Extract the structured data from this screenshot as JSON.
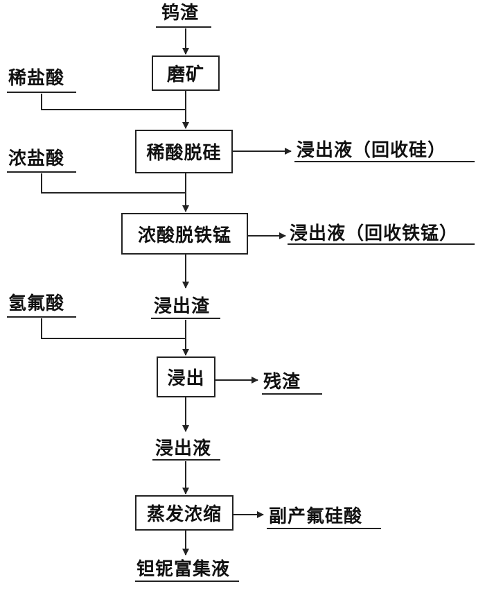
{
  "inputs": {
    "tungsten_slag": "钨渣",
    "dilute_hcl": "稀盐酸",
    "conc_hcl": "浓盐酸",
    "hf_acid": "氢氟酸"
  },
  "steps": {
    "grinding": "磨矿",
    "dilute_desilicon": "稀酸脱硅",
    "conc_de_fe_mn": "浓酸脱铁锰",
    "leach": "浸出",
    "evaporate": "蒸发浓缩"
  },
  "outputs": {
    "leachate_si": "浸出液（回收硅）",
    "leachate_fe_mn": "浸出液（回收铁锰）",
    "leach_residue": "浸出渣",
    "residue": "残渣",
    "leachate": "浸出液",
    "byproduct": "副产氟硅酸",
    "final_product": "钽铌富集液"
  }
}
